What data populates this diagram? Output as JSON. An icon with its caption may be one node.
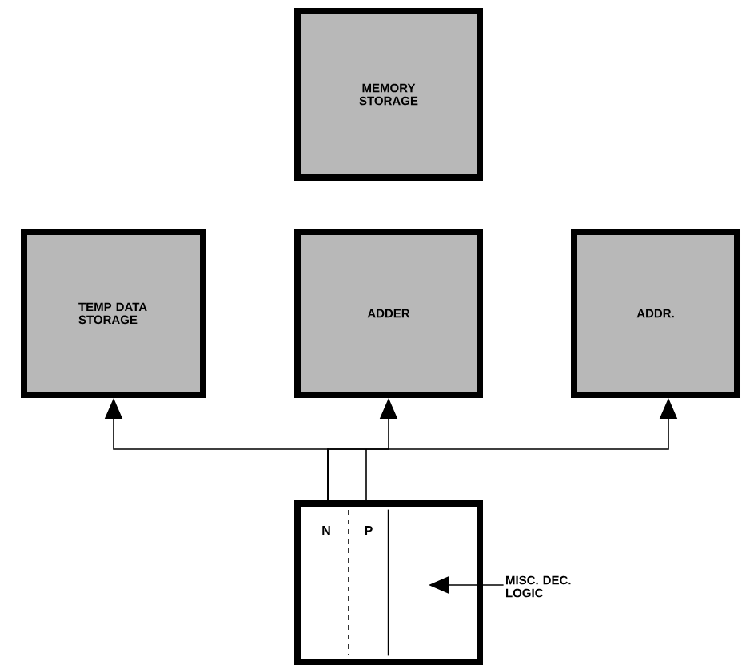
{
  "diagram": {
    "nodes": [
      {
        "text": [
          "MEMORY STORAGE"
        ]
      },
      {
        "text": [
          "TEMP DATA STORAGE"
        ]
      },
      {
        "text": [
          "ADDER"
        ]
      },
      {
        "text": [
          "ADDR."
        ]
      },
      {
        "text": [],
        "shape": "box"
      },
      {
        "text": [
          "N"
        ],
        "in": 4
      },
      {
        "text": [
          "P"
        ],
        "in": 4
      },
      {
        "text": [],
        "shape": "box",
        "in": 4
      },
      {
        "text": [
          "MISC. DEC. LOGIC"
        ]
      }
    ],
    "edges": [
      {
        "from": 4,
        "to": 1,
        "arrow": "to"
      },
      {
        "from": 4,
        "to": 2,
        "arrow": "to"
      },
      {
        "from": 4,
        "to": 3,
        "arrow": "to"
      },
      {
        "from": 8,
        "to": 7,
        "arrow": "to"
      }
    ]
  }
}
